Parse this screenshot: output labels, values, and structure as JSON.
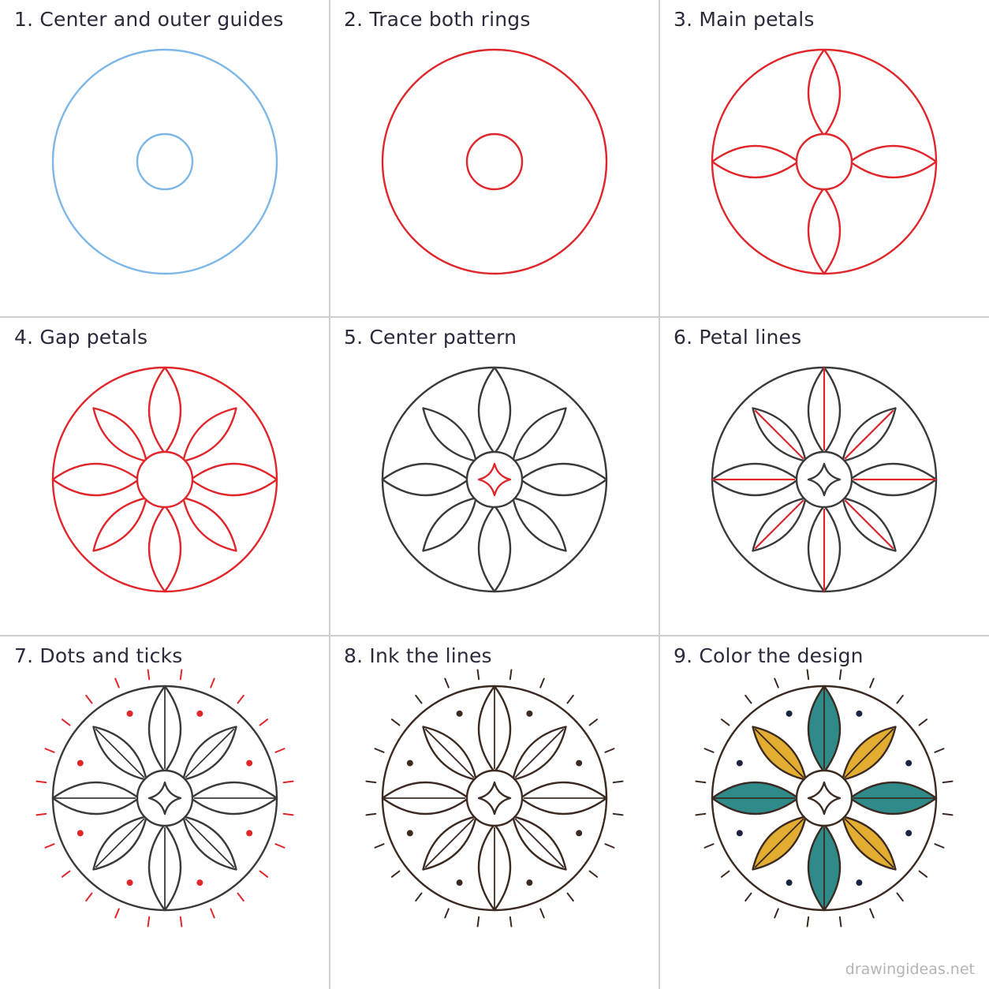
{
  "steps": [
    {
      "title": "1. Center and outer guides",
      "stroke": "#7db7e8",
      "elements": [
        "rings"
      ]
    },
    {
      "title": "2. Trace both rings",
      "stroke": "#e0262b",
      "elements": [
        "rings"
      ]
    },
    {
      "title": "3. Main petals",
      "stroke": "#e0262b",
      "elements": [
        "rings",
        "main-petals"
      ]
    },
    {
      "title": "4. Gap petals",
      "stroke": "#e0262b",
      "elements": [
        "rings",
        "main-petals",
        "gap-petals"
      ]
    },
    {
      "title": "5. Center pattern",
      "stroke": "#3a3a3a",
      "new_stroke": "#e0262b",
      "elements": [
        "rings",
        "main-petals",
        "gap-petals",
        "center-diamond"
      ]
    },
    {
      "title": "6. Petal lines",
      "stroke": "#3a3a3a",
      "new_stroke": "#e0262b",
      "elements": [
        "rings",
        "main-petals",
        "gap-petals",
        "center-diamond",
        "petal-lines"
      ]
    },
    {
      "title": "7. Dots and ticks",
      "stroke": "#3a3a3a",
      "new_stroke": "#e0262b",
      "elements": [
        "rings",
        "main-petals",
        "gap-petals",
        "center-diamond",
        "petal-lines",
        "dots",
        "ticks"
      ]
    },
    {
      "title": "8. Ink the lines",
      "stroke": "#3b2a22",
      "elements": [
        "rings",
        "main-petals",
        "gap-petals",
        "center-diamond",
        "petal-lines",
        "dots",
        "ticks"
      ]
    },
    {
      "title": "9. Color the design",
      "stroke": "#3b2a22",
      "fill_main": "#2f8a8a",
      "fill_gap": "#e3ad32",
      "dot_fill": "#1c2340",
      "elements": [
        "rings",
        "main-petals",
        "gap-petals",
        "center-diamond",
        "petal-lines",
        "dots",
        "ticks"
      ]
    }
  ],
  "watermark": "drawingideas.net"
}
